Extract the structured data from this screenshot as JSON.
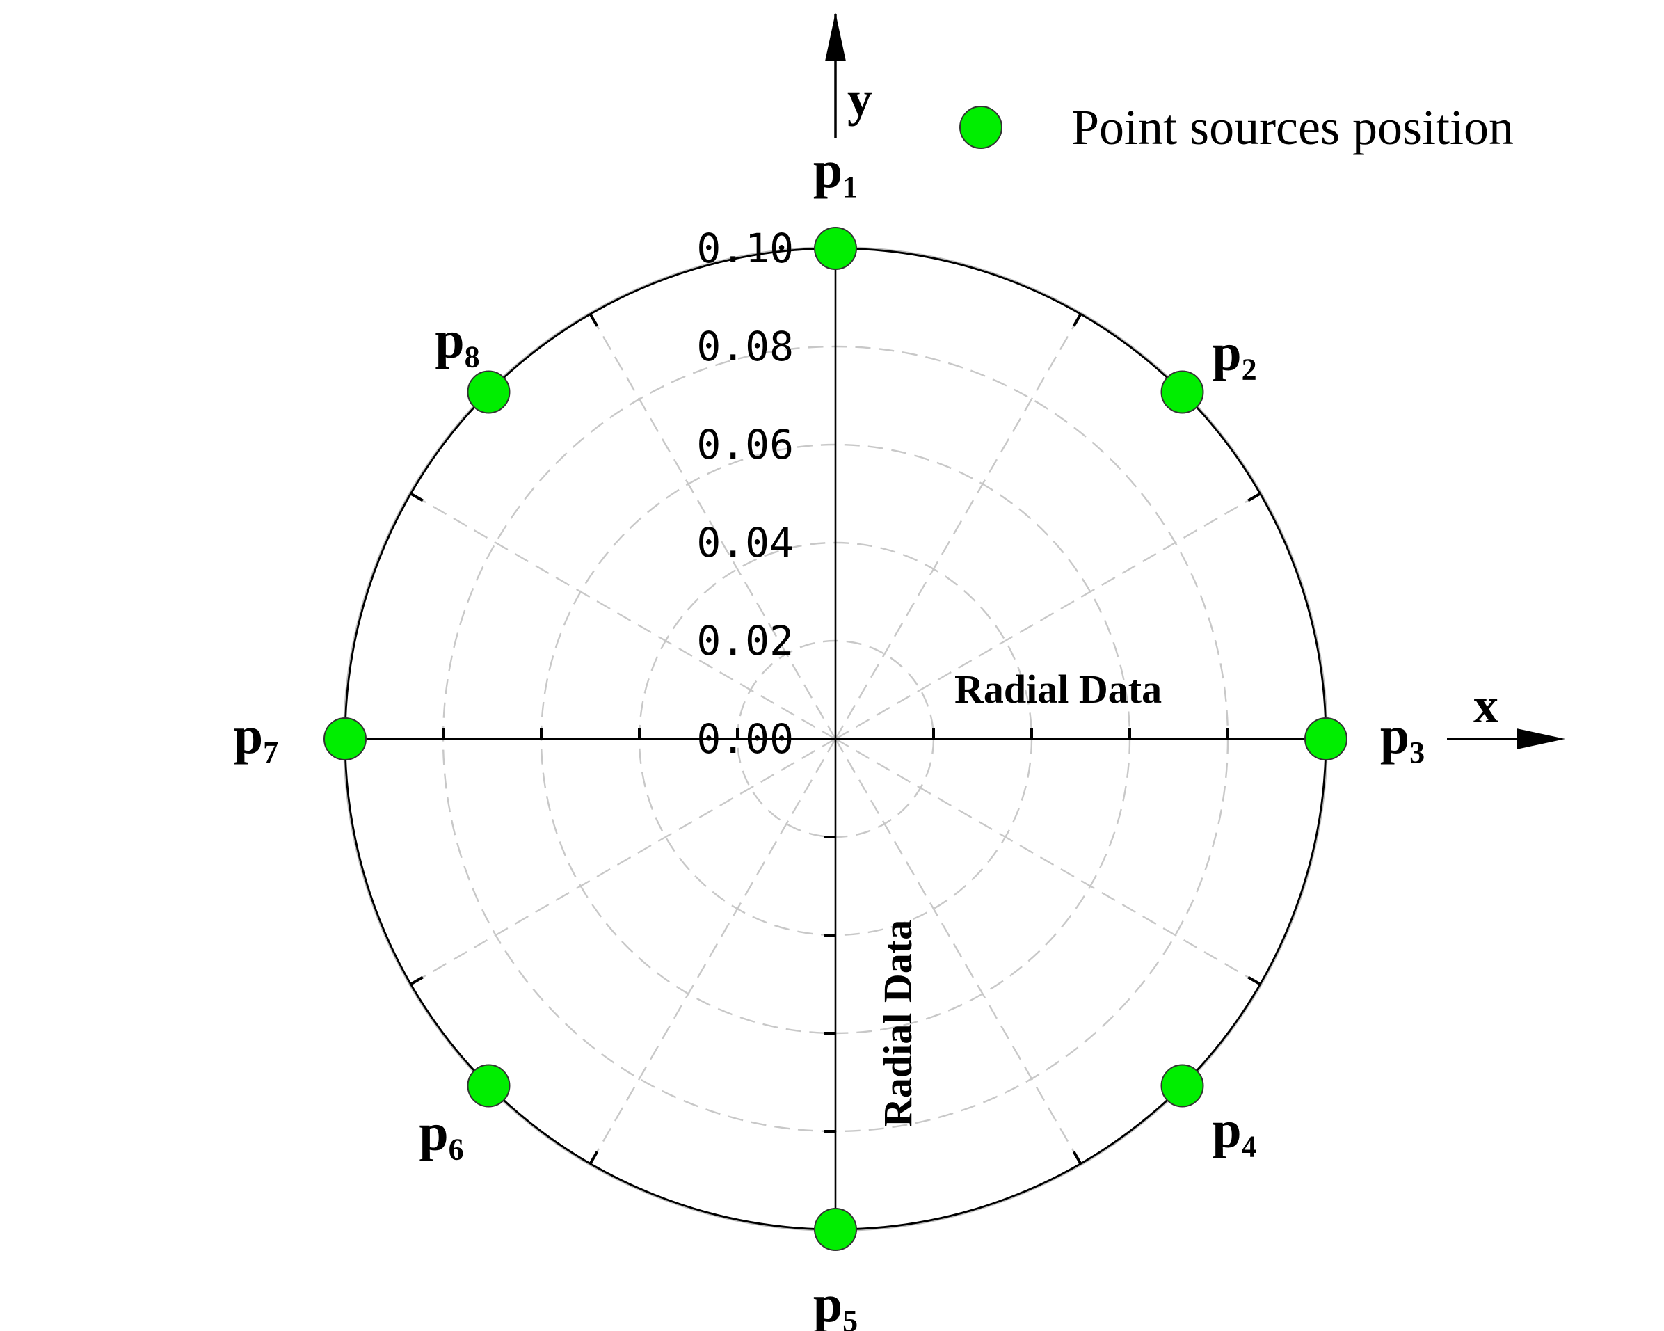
{
  "chart_data": {
    "type": "scatter",
    "coordinate_system": "polar",
    "radial_ticks": [
      "0.00",
      "0.02",
      "0.04",
      "0.06",
      "0.08",
      "0.10"
    ],
    "radial_range": [
      0,
      0.1
    ],
    "radial_axis_labels": [
      "Radial Data",
      "Radial Data"
    ],
    "grid": true,
    "axes": {
      "x_label": "x",
      "y_label": "y"
    },
    "legend": {
      "label": "Point sources position",
      "marker_color": "#00ee00",
      "position": "top-right"
    },
    "points": [
      {
        "label": "p",
        "sub": "1",
        "angle_deg": 90,
        "r": 0.1
      },
      {
        "label": "p",
        "sub": "2",
        "angle_deg": 45,
        "r": 0.1
      },
      {
        "label": "p",
        "sub": "3",
        "angle_deg": 0,
        "r": 0.1
      },
      {
        "label": "p",
        "sub": "4",
        "angle_deg": -45,
        "r": 0.1
      },
      {
        "label": "p",
        "sub": "5",
        "angle_deg": -90,
        "r": 0.1
      },
      {
        "label": "p",
        "sub": "6",
        "angle_deg": -135,
        "r": 0.1
      },
      {
        "label": "p",
        "sub": "7",
        "angle_deg": 180,
        "r": 0.1
      },
      {
        "label": "p",
        "sub": "8",
        "angle_deg": 135,
        "r": 0.1
      }
    ]
  }
}
